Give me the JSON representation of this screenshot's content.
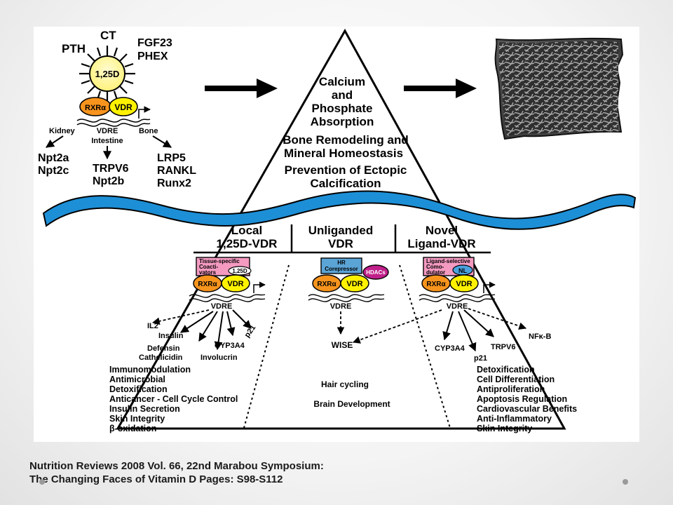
{
  "top_left": {
    "sun_label": "1,25D",
    "ray_labels": [
      "PTH",
      "CT",
      "FGF23",
      "PHEX"
    ],
    "receptor": {
      "rxr": "RXRα",
      "vdr": "VDR",
      "vdre": "VDRE"
    },
    "tissues": [
      "Kidney",
      "Intestine",
      "Bone"
    ],
    "kidney_targets": [
      "Npt2a",
      "Npt2c"
    ],
    "intestine_targets": [
      "TRPV6",
      "Npt2b"
    ],
    "bone_targets": [
      "LRP5",
      "RANKL",
      "Runx2"
    ]
  },
  "apex": {
    "lines": [
      "Calcium",
      "and",
      "Phosphate",
      "Absorption",
      "Bone Remodeling and",
      "Mineral Homeostasis",
      "Prevention of Ectopic",
      "Calcification"
    ]
  },
  "columns": {
    "local": {
      "heading": [
        "Local",
        "1,25D-VDR"
      ],
      "coactivator": [
        "Tissue-specific",
        "Coacti-",
        "vators"
      ],
      "ligand": "1,25D",
      "rxr": "RXRα",
      "vdr": "VDR",
      "vdre": "VDRE",
      "targets": [
        "IL2",
        "Insulin",
        "Defensin",
        "Cathelicidin",
        "Involucrin",
        "CYP3A4",
        "p21"
      ],
      "functions": [
        "Immunomodulation",
        "Antimicrobial",
        "Detoxification",
        "Anticancer - Cell Cycle Control",
        "Insulin Secretion",
        "Skin Integrity",
        "β-oxidation"
      ]
    },
    "unliganded": {
      "heading": [
        "Unliganded",
        "VDR"
      ],
      "corepressor": [
        "HR",
        "Corepressor"
      ],
      "hdacs": "HDACs",
      "rxr": "RXRα",
      "vdr": "VDR",
      "vdre": "VDRE",
      "target": "WISE",
      "functions": [
        "Hair cycling",
        "Brain Development"
      ]
    },
    "novel": {
      "heading": [
        "Novel",
        "Ligand-VDR"
      ],
      "comodulator": [
        "Ligand-selective",
        "Como-",
        "dulator"
      ],
      "ligand": "NL",
      "rxr": "RXRα",
      "vdr": "VDR",
      "vdre": "VDRE",
      "targets": [
        "CYP3A4",
        "p21",
        "TRPV6",
        "NFκ-B"
      ],
      "functions": [
        "Detoxification",
        "Cell Differentiation",
        "Antiproliferation",
        "Apoptosis Regulation",
        "Cardiovascular Benefits",
        "Anti-Inflammatory",
        "Skin Integrity"
      ]
    }
  },
  "caption": {
    "line1": "Nutrition Reviews 2008 Vol. 66, 22nd Marabou Symposium:",
    "line2": "The Changing Faces of Vitamin D Pages: S98-S112"
  },
  "colors": {
    "sun": "#fff27a",
    "rxr": "#f7941d",
    "vdr": "#fff200",
    "wave": "#1d8fd6",
    "coactivator": "#f49ac1",
    "corepressor": "#5ba4d6",
    "hdacs": "#c0208a",
    "nl": "#4aa3df"
  }
}
